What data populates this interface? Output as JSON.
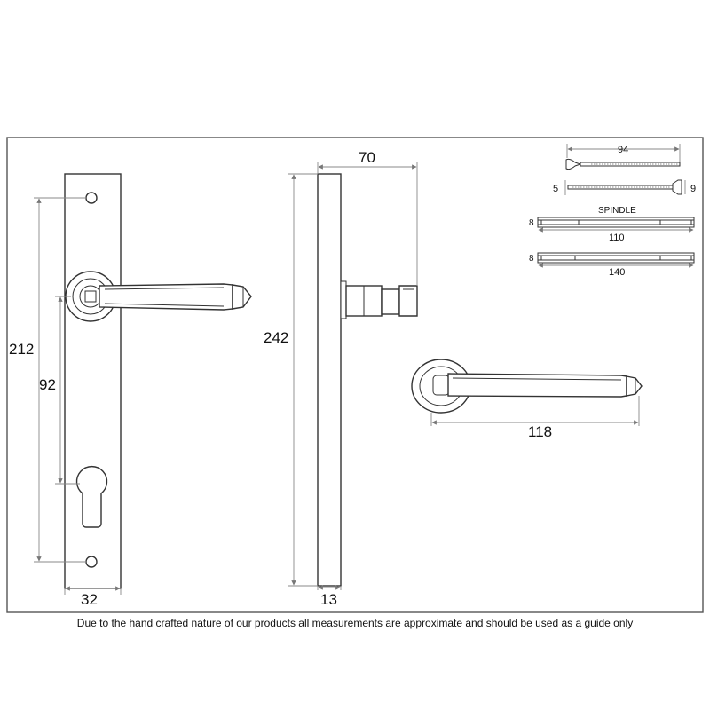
{
  "dimensions": {
    "plate_height": "212",
    "centres": "92",
    "plate_width": "32",
    "overall_height": "242",
    "projection": "70",
    "plate_depth": "13",
    "lever_length": "118",
    "screw_length": "94",
    "screw_head_left": "5",
    "screw_head_right": "9",
    "spindle_label": "SPINDLE",
    "spindle_1_size": "8",
    "spindle_1_length": "110",
    "spindle_2_size": "8",
    "spindle_2_length": "140"
  },
  "disclaimer": "Due to the hand crafted nature of our products all measurements are approximate and should be used as a guide only"
}
